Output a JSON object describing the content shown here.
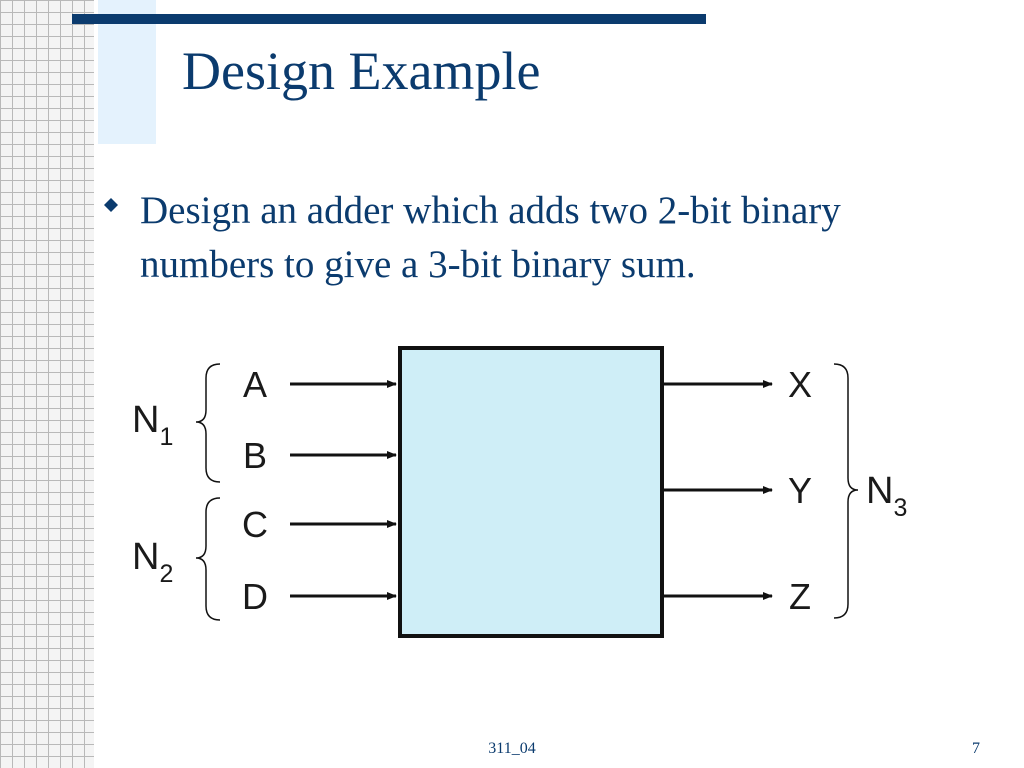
{
  "slide": {
    "title": "Design Example",
    "bullet": {
      "icon": "diamond-bullet-icon",
      "text": "Design an adder which adds two 2-bit binary numbers to give a 3-bit binary sum."
    },
    "footer": {
      "code": "311_04",
      "page": "7"
    }
  },
  "diagram": {
    "inputs": [
      "A",
      "B",
      "C",
      "D"
    ],
    "outputs": [
      "X",
      "Y",
      "Z"
    ],
    "groups": {
      "n1": {
        "main": "N",
        "sub": "1"
      },
      "n2": {
        "main": "N",
        "sub": "2"
      },
      "n3": {
        "main": "N",
        "sub": "3"
      }
    }
  },
  "colors": {
    "title": "#0b3b6e",
    "accent_bar": "#0b3b6e",
    "box_fill": "#cfeef7",
    "grid": "#b9b9b9"
  }
}
